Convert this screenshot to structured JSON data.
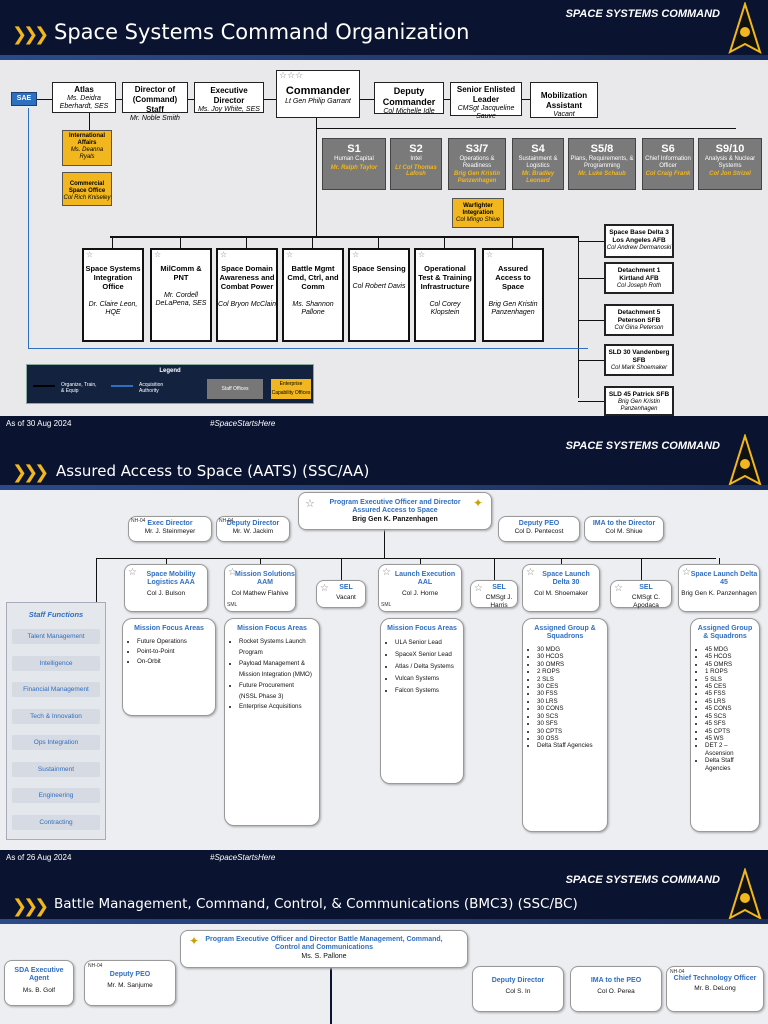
{
  "slide1": {
    "title": "Space Systems Command Organization",
    "brand": "SPACE SYSTEMS COMMAND",
    "sae": "SAE",
    "atlas": {
      "title": "Atlas",
      "name": "Ms. Deidra Eberhardt, SES"
    },
    "director_staff": {
      "title": "Director of (Command) Staff",
      "name": "Mr. Noble Smith"
    },
    "exec_director": {
      "title": "Executive Director",
      "name": "Ms. Joy White, SES"
    },
    "commander": {
      "title": "Commander",
      "name": "Lt Gen Philip Garrant"
    },
    "deputy_commander": {
      "title": "Deputy Commander",
      "name": "Col Michelle Idle"
    },
    "senior_enlisted": {
      "title": "Senior Enlisted Leader",
      "name": "CMSgt Jacqueline Sauve"
    },
    "mobilization": {
      "title": "Mobilization Assistant",
      "name": "Vacant"
    },
    "intl_affairs": {
      "title": "International Affairs",
      "name": "Ms. Deanna Ryals"
    },
    "commercial": {
      "title": "Commercial Space Office",
      "name": "Col Rich Kniseley"
    },
    "staff": [
      {
        "code": "S1",
        "desc": "Human Capital",
        "name": "Mr. Ralph Taylor"
      },
      {
        "code": "S2",
        "desc": "Intel",
        "name": "Lt Col Thomas Lafosh"
      },
      {
        "code": "S3/7",
        "desc": "Operations & Readiness",
        "name": "Brig Gen Kristin Panzenhagen"
      },
      {
        "code": "S4",
        "desc": "Sustainment & Logistics",
        "name": "Mr. Bradley Leonard"
      },
      {
        "code": "S5/8",
        "desc": "Plans, Requirements, & Programming",
        "name": "Mr. Luke Schaub"
      },
      {
        "code": "S6",
        "desc": "Chief Information Officer",
        "name": "Col Craig Frank"
      },
      {
        "code": "S9/10",
        "desc": "Analysis & Nuclear Systems",
        "name": "Col Jon Strizel"
      }
    ],
    "warfighter": {
      "title": "Warfighter Integration",
      "name": "Col Mingo Shiue"
    },
    "peos": [
      {
        "title": "Space Systems Integration Office",
        "name": "Dr. Claire Leon, HQE"
      },
      {
        "title": "MilComm & PNT",
        "name": "Mr. Cordell DeLaPena, SES"
      },
      {
        "title": "Space Domain Awareness and Combat Power",
        "name": "Col Bryon McClain"
      },
      {
        "title": "Battle Mgmt Cmd, Ctrl, and Comm",
        "name": "Ms. Shannon Pallone"
      },
      {
        "title": "Space Sensing",
        "name": "Col Robert Davis"
      },
      {
        "title": "Operational Test & Training Infrastructure",
        "name": "Col Corey Klopstein"
      },
      {
        "title": "Assured Access to Space",
        "name": "Brig Gen Kristin Panzenhagen"
      }
    ],
    "deltas": [
      {
        "title": "Space Base Delta 3 Los Angeles AFB",
        "name": "Col Andrew Dermanoski"
      },
      {
        "title": "Detachment 1 Kirtland AFB",
        "name": "Col Joseph Roth"
      },
      {
        "title": "Detachment 5 Peterson SFB",
        "name": "Col Gina Peterson"
      },
      {
        "title": "SLD 30 Vandenberg SFB",
        "name": "Col Mark Shoemaker"
      },
      {
        "title": "SLD 45 Patrick SFB",
        "name": "Brig Gen Kristin Panzenhagen"
      }
    ],
    "legend": {
      "title": "Legend",
      "otte": "Organize, Train, & Equip",
      "acq": "Acquisition Authority",
      "staff": "Staff Offices",
      "ent": "Enterprise Capability Offices"
    },
    "asof": "As of 30 Aug 2024",
    "hashtag": "#SpaceStartsHere"
  },
  "slide2": {
    "title": "Assured Access to Space (AATS) (SSC/AA)",
    "brand": "SPACE SYSTEMS COMMAND",
    "peo": {
      "title": "Program Executive Officer and Director Assured Access to Space",
      "name": "Brig Gen K. Panzenhagen"
    },
    "exec_dir": {
      "tag": "NH-04",
      "title": "Exec Director",
      "name": "Mr. J. Steinmeyer"
    },
    "dep_dir": {
      "tag": "NH-04",
      "title": "Deputy Director",
      "name": "Mr. W. Jackim"
    },
    "dep_peo": {
      "title": "Deputy PEO",
      "name": "Col D. Pentecost"
    },
    "ima": {
      "title": "IMA to the Director",
      "name": "Col M. Shiue"
    },
    "divisions": [
      {
        "title": "Space Mobility Logistics AAA",
        "name": "Col J. Bulson"
      },
      {
        "title": "Mission Solutions AAM",
        "name": "Col Mathew Flahive",
        "tag": "SML"
      },
      {
        "title": "SEL",
        "name": "Vacant"
      },
      {
        "title": "Launch Execution AAL",
        "name": "Col J. Horne",
        "tag": "SML"
      },
      {
        "title": "SEL",
        "name": "CMSgt J. Harris"
      },
      {
        "title": "Space Launch Delta 30",
        "name": "Col M. Shoemaker"
      },
      {
        "title": "SEL",
        "name": "CMSgt C. Apodaca"
      },
      {
        "title": "Space Launch Delta 45",
        "name": "Brig Gen K. Panzenhagen"
      }
    ],
    "mfa1": {
      "title": "Mission Focus Areas",
      "items": [
        "Future Operations",
        "Point-to-Point",
        "On-Orbit"
      ]
    },
    "mfa2": {
      "title": "Mission Focus Areas",
      "items": [
        "Rocket Systems Launch Program",
        "Payload Management & Mission Integration (MMO)",
        "Future Procurement (NSSL Phase 3)",
        "Enterprise Acquisitions"
      ]
    },
    "mfa3": {
      "title": "Mission Focus Areas",
      "items": [
        "ULA Senior Lead",
        "SpaceX Senior Lead",
        "Atlas / Delta Systems",
        "Vulcan Systems",
        "Falcon Systems"
      ]
    },
    "ags30": {
      "title": "Assigned Group & Squadrons",
      "items": [
        "30 MDG",
        "30 HCOS",
        "30 OMRS",
        "2 ROPS",
        "2 SLS",
        "30 CES",
        "30 FSS",
        "30 LRS",
        "30 CONS",
        "30 SCS",
        "30 SFS",
        "30 CPTS",
        "30 OSS",
        "Delta Staff Agencies"
      ]
    },
    "ags45": {
      "title": "Assigned Group & Squadrons",
      "items": [
        "45 MDG",
        "45 HCOS",
        "45 OMRS",
        "1 ROPS",
        "5 SLS",
        "45 CES",
        "45 FSS",
        "45 LRS",
        "45 CONS",
        "45 SCS",
        "45 SFS",
        "45 CPTS",
        "45 WS",
        "DET 2 – Ascension",
        "Delta Staff Agencies"
      ]
    },
    "staff_functions": {
      "title": "Staff Functions",
      "items": [
        "Talent Management",
        "Intelligence",
        "Financial Management",
        "Tech & Innovation",
        "Ops Integration",
        "Sustainment",
        "Engineering",
        "Contracting"
      ]
    },
    "asof": "As of 26 Aug 2024",
    "hashtag": "#SpaceStartsHere"
  },
  "slide3": {
    "title": "Battle Management, Command, Control, & Communications (BMC3) (SSC/BC)",
    "brand": "SPACE SYSTEMS COMMAND",
    "peo": {
      "title": "Program Executive Officer and Director Battle Management, Command, Control and Communications",
      "name": "Ms. S. Pallone"
    },
    "sda": {
      "title": "SDA Executive Agent",
      "name": "Ms. B. Golf"
    },
    "dep_peo": {
      "tag": "NH-04",
      "title": "Deputy PEO",
      "name": "Mr. M. Sanjume"
    },
    "dep_dir": {
      "title": "Deputy Director",
      "name": "Col S. In"
    },
    "ima": {
      "title": "IMA to the PEO",
      "name": "Col O. Perea"
    },
    "cto": {
      "tag": "NH-04",
      "title": "Chief Technology Officer",
      "name": "Mr. B. DeLong"
    }
  }
}
